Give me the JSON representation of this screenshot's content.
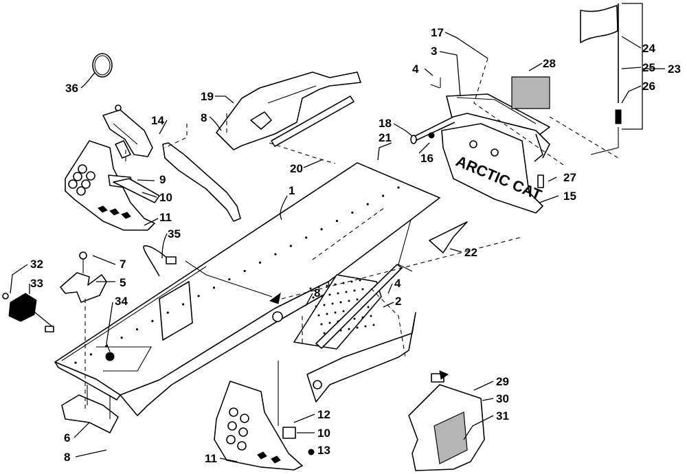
{
  "callouts": [
    {
      "id": "c36",
      "text": "36"
    },
    {
      "id": "c19",
      "text": "19"
    },
    {
      "id": "c8a",
      "text": "8"
    },
    {
      "id": "c14",
      "text": "14"
    },
    {
      "id": "c20",
      "text": "20"
    },
    {
      "id": "c1",
      "text": "1"
    },
    {
      "id": "c9",
      "text": "9"
    },
    {
      "id": "c10a",
      "text": "10"
    },
    {
      "id": "c11a",
      "text": "11"
    },
    {
      "id": "c35",
      "text": "35"
    },
    {
      "id": "c32",
      "text": "32"
    },
    {
      "id": "c33",
      "text": "33"
    },
    {
      "id": "c7",
      "text": "7"
    },
    {
      "id": "c5",
      "text": "5"
    },
    {
      "id": "c34",
      "text": "34"
    },
    {
      "id": "c8b",
      "text": "8"
    },
    {
      "id": "c4b",
      "text": "4"
    },
    {
      "id": "c2",
      "text": "2"
    },
    {
      "id": "c6",
      "text": "6"
    },
    {
      "id": "c8c",
      "text": "8"
    },
    {
      "id": "c12",
      "text": "12"
    },
    {
      "id": "c10b",
      "text": "10"
    },
    {
      "id": "c11b",
      "text": "11"
    },
    {
      "id": "c13",
      "text": "13"
    },
    {
      "id": "c17",
      "text": "17"
    },
    {
      "id": "c3",
      "text": "3"
    },
    {
      "id": "c4a",
      "text": "4"
    },
    {
      "id": "c28",
      "text": "28"
    },
    {
      "id": "c18",
      "text": "18"
    },
    {
      "id": "c21",
      "text": "21"
    },
    {
      "id": "c16",
      "text": "16"
    },
    {
      "id": "c27",
      "text": "27"
    },
    {
      "id": "c15",
      "text": "15"
    },
    {
      "id": "c22",
      "text": "22"
    },
    {
      "id": "c24",
      "text": "24"
    },
    {
      "id": "c25",
      "text": "25"
    },
    {
      "id": "c26",
      "text": "26"
    },
    {
      "id": "c23",
      "text": "23"
    },
    {
      "id": "c29",
      "text": "29"
    },
    {
      "id": "c30",
      "text": "30"
    },
    {
      "id": "c31",
      "text": "31"
    }
  ],
  "flap_text": "ARCTIC CAT",
  "colors": {
    "line": "#000000",
    "background": "#ffffff",
    "shade": "#b5b5b5"
  }
}
